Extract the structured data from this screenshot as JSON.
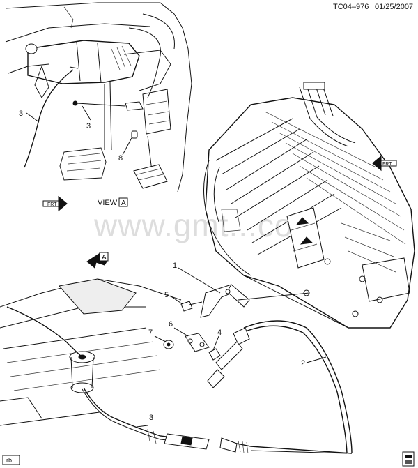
{
  "header": {
    "ref_code": "TC04–976",
    "date": "01/25/2007"
  },
  "watermark": "www.gmt...com",
  "view_label": {
    "text": "VIEW",
    "letter": "A"
  },
  "view_arrow_letter": "A",
  "footer_tag": "rb",
  "callouts": [
    {
      "id": "c1",
      "label": "1"
    },
    {
      "id": "c2",
      "label": "2"
    },
    {
      "id": "c3a",
      "label": "3"
    },
    {
      "id": "c3b",
      "label": "3"
    },
    {
      "id": "c3c",
      "label": "3"
    },
    {
      "id": "c4",
      "label": "4"
    },
    {
      "id": "c5",
      "label": "5"
    },
    {
      "id": "c6",
      "label": "6"
    },
    {
      "id": "c7",
      "label": "7"
    },
    {
      "id": "c8",
      "label": "8"
    }
  ],
  "icons": [
    "front-arrow-icon",
    "view-arrow-icon",
    "document-icon"
  ]
}
